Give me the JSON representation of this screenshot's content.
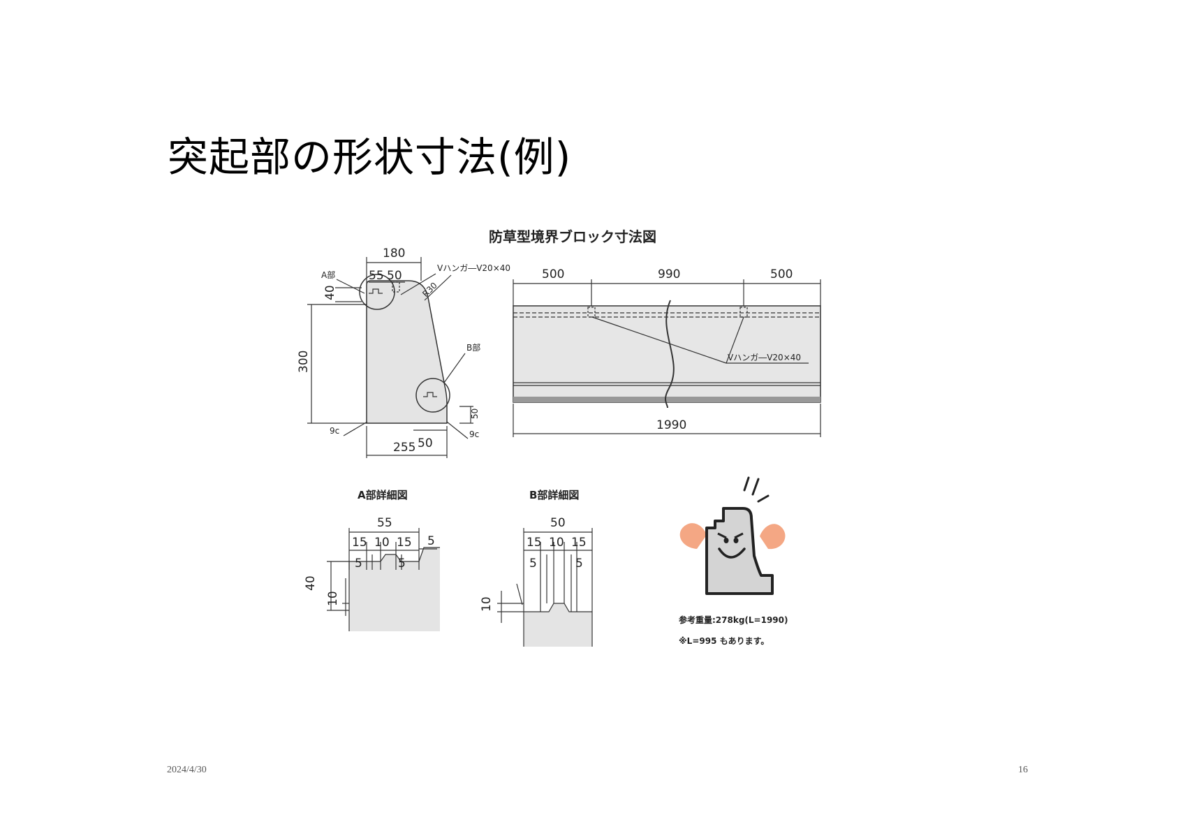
{
  "slide": {
    "title": "突起部の形状寸法(例)",
    "date": "2024/4/30",
    "page_number": "16"
  },
  "drawing": {
    "title": "防草型境界ブロック寸法図",
    "cross_section": {
      "width_top": "180",
      "a_part_label": "A部",
      "dim_55": "55",
      "dim_50": "50",
      "hanger_label": "Vハンガ―V20×40",
      "radius": "R30",
      "dim_40": "40",
      "height": "300",
      "b_part_label": "B部",
      "dim_50_side": "50",
      "chamfer_left": "9c",
      "chamfer_right": "9c",
      "dim_50_bottom": "50",
      "width_bottom": "255"
    },
    "side_view": {
      "seg_left": "500",
      "seg_mid": "990",
      "seg_right": "500",
      "hanger_label": "Vハンガ―V20×40",
      "total_length": "1990"
    },
    "detail_a": {
      "title": "A部詳細図",
      "width": "55",
      "d15a": "15",
      "d10": "10",
      "d15b": "15",
      "d5_right": "5",
      "d5a": "5",
      "d5b": "5",
      "height": "40",
      "depth": "10"
    },
    "detail_b": {
      "title": "B部詳細図",
      "width": "50",
      "d15a": "15",
      "d10": "10",
      "d15b": "15",
      "d5a": "5",
      "d5b": "5",
      "depth": "10"
    },
    "mascot": {
      "weight_text": "参考重量:278kg(L=1990)",
      "note_text": "※L=995 もあります。"
    }
  }
}
